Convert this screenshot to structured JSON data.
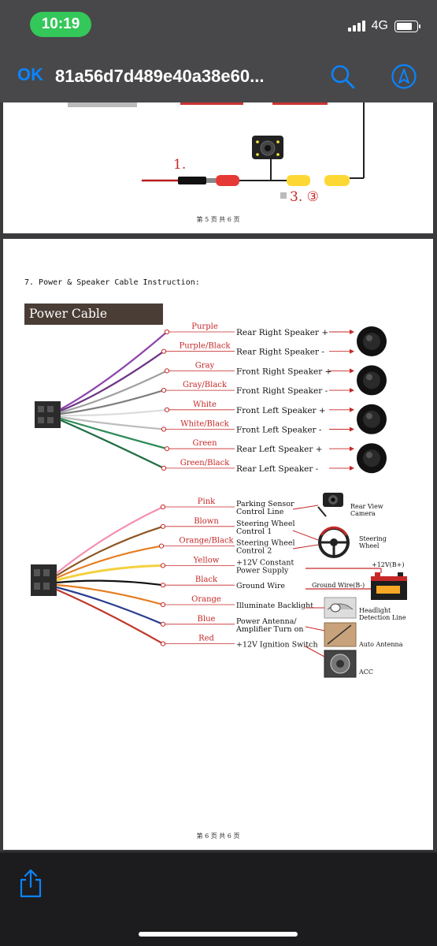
{
  "status": {
    "time": "10:19",
    "network": "4G"
  },
  "nav": {
    "ok_label": "OK",
    "title": "81a56d7d489e40a38e60..."
  },
  "page1": {
    "label_1": "1.",
    "label_3": "3. ③",
    "footer": "第 5 页 共 6 页"
  },
  "page2": {
    "section_title": "7. Power & Speaker Cable Instruction:",
    "definition_header": "Power Cable Definition",
    "speaker_wires": [
      {
        "label": "Purple",
        "desc": "Rear Right Speaker +"
      },
      {
        "label": "Purple/Black",
        "desc": "Rear Right Speaker -"
      },
      {
        "label": "Gray",
        "desc": "Front Right Speaker +"
      },
      {
        "label": "Gray/Black",
        "desc": "Front Right Speaker -"
      },
      {
        "label": "White",
        "desc": "Front Left Speaker +"
      },
      {
        "label": "White/Black",
        "desc": "Front Left Speaker -"
      },
      {
        "label": "Green",
        "desc": "Rear Left Speaker +"
      },
      {
        "label": "Green/Black",
        "desc": "Rear Left Speaker -"
      }
    ],
    "power_wires": [
      {
        "label": "Pink",
        "desc1": "Parking Sensor",
        "desc2": "Control Line"
      },
      {
        "label": "Blown",
        "desc1": "Steering Wheel",
        "desc2": "Control 1"
      },
      {
        "label": "Orange/Black",
        "desc1": "Steering Wheel",
        "desc2": "Control 2"
      },
      {
        "label": "Yellow",
        "desc1": "+12V Constant",
        "desc2": "Power Supply"
      },
      {
        "label": "Black",
        "desc1": "Ground Wire",
        "desc2": ""
      },
      {
        "label": "Orange",
        "desc1": "Illuminate Backlight",
        "desc2": ""
      },
      {
        "label": "Blue",
        "desc1": "Power Antenna/",
        "desc2": "Amplifier Turn on"
      },
      {
        "label": "Red",
        "desc1": "+12V Ignition Switch",
        "desc2": ""
      }
    ],
    "devices": {
      "rear_view_1": "Rear View",
      "rear_view_2": "Camera",
      "steering_1": "Steering",
      "steering_2": "Wheel",
      "plus12": "+12V(B+)",
      "ground": "Ground Wire(B-)",
      "headlight_1": "Headlight",
      "headlight_2": "Detection Line",
      "auto_antenna": "Auto Antenna",
      "acc": "ACC"
    },
    "footer": "第 6 页 共 6 页"
  },
  "colors": {
    "accent": "#0a84ff",
    "status_green": "#34c759",
    "wire_label_red": "#c62828"
  },
  "icons": [
    "search-icon",
    "navigate-icon",
    "share-icon",
    "speaker-icon",
    "battery-icon"
  ]
}
